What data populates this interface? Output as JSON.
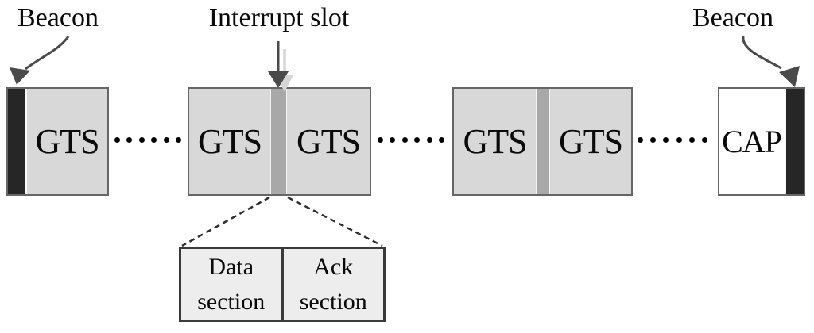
{
  "labels": {
    "beacon_left": "Beacon",
    "interrupt_slot": "Interrupt slot",
    "beacon_right": "Beacon"
  },
  "slots": {
    "gts": "GTS",
    "cap": "CAP"
  },
  "detail": {
    "data_section": "Data section",
    "ack_section": "Ack section"
  },
  "colors": {
    "gts_fill": "#d8d8d8",
    "beacon_fill": "#262626",
    "interrupt_fill": "#a8a8a8",
    "cap_fill": "#ffffff",
    "detail_fill": "#ededed",
    "box_border": "#666666",
    "detail_border": "#3a3a3a",
    "arrow": "#4a4a4a",
    "arrow_shadow": "#d6d6d6",
    "text": "#0a0a0a"
  }
}
